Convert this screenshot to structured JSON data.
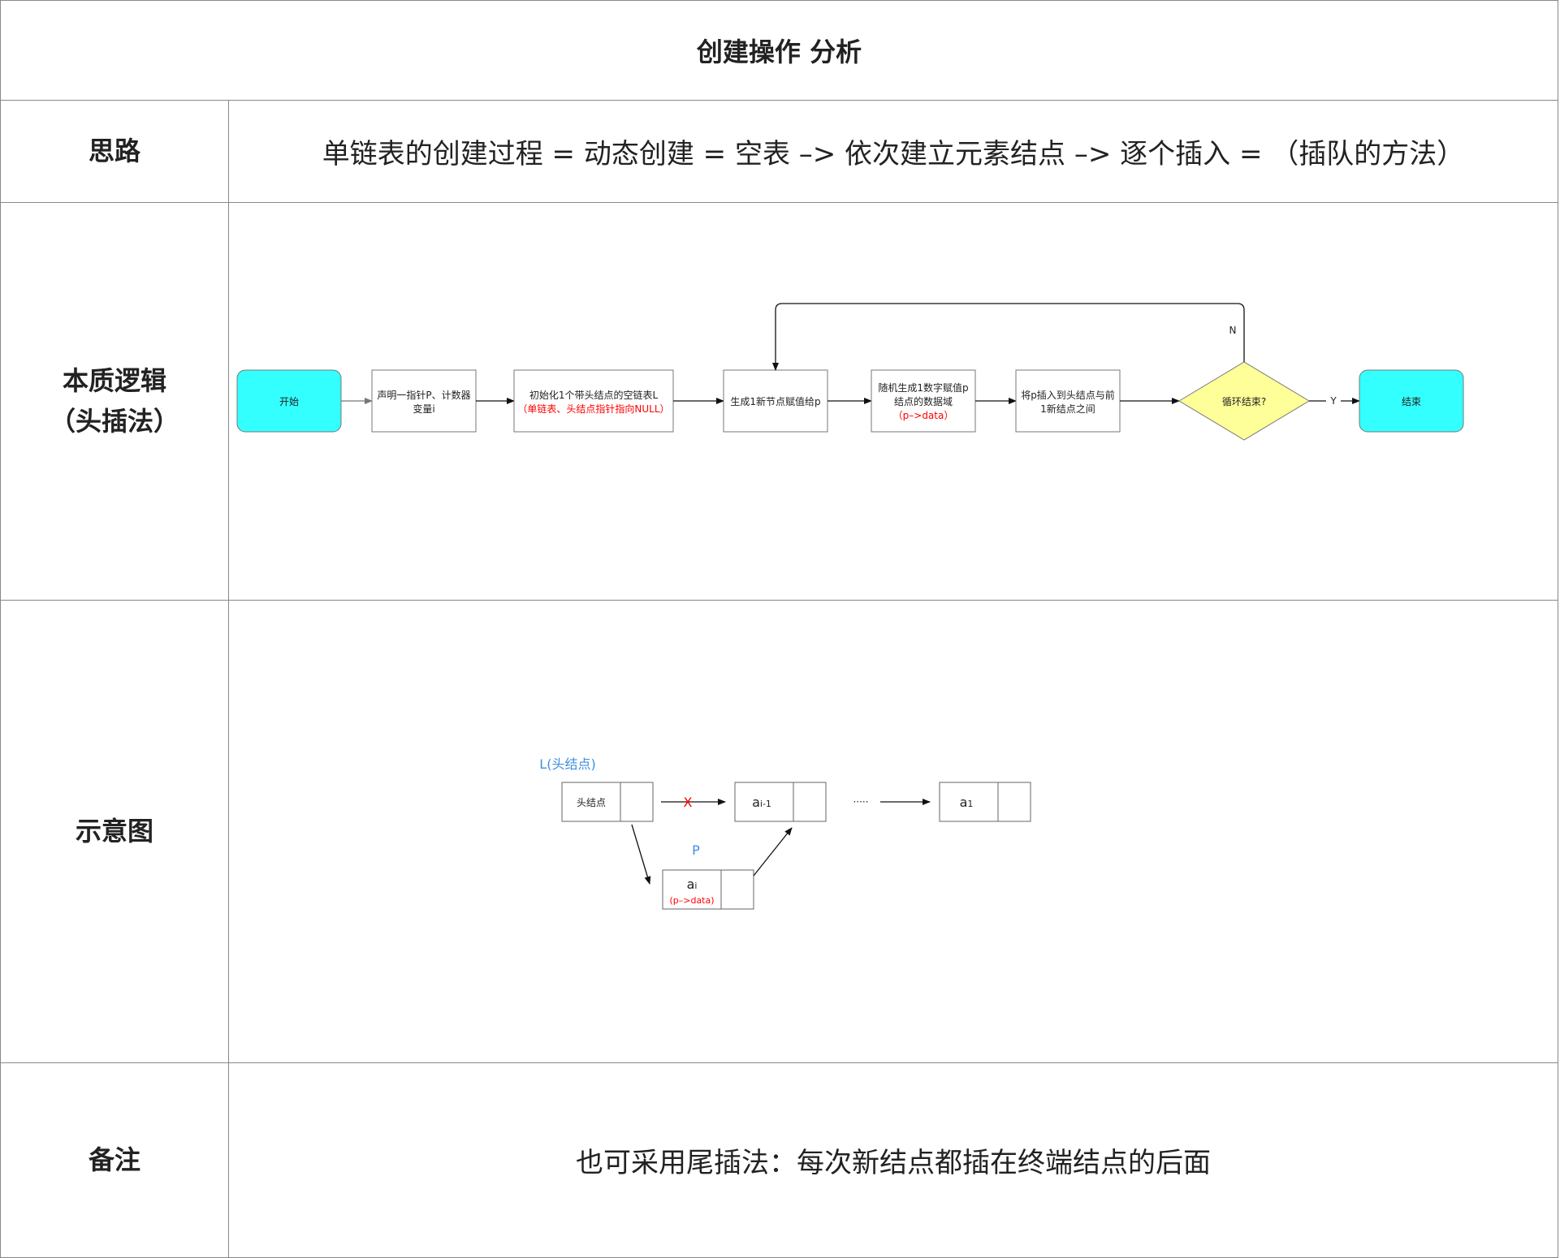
{
  "title": "创建操作 分析",
  "rows": {
    "idea": {
      "label": "思路",
      "text": "单链表的创建过程 = 动态创建 = 空表 –> 依次建立元素结点 –> 逐个插入 = （插队的方法）"
    },
    "logic": {
      "label_line1": "本质逻辑",
      "label_line2": "（头插法）"
    },
    "diagram": {
      "label": "示意图"
    },
    "note": {
      "label": "备注",
      "text": "也可采用尾插法：每次新结点都插在终端结点的后面"
    }
  },
  "flow": {
    "start": "开始",
    "step1_line1": "声明一指针P、计数器",
    "step1_line2": "变量i",
    "step2_line1": "初始化1个带头结点的空链表L",
    "step2_line2": "（单链表、头结点指针指向NULL）",
    "step3": "生成1新节点赋值给p",
    "step4_line1": "随机生成1数字赋值p",
    "step4_line2": "结点的数据域",
    "step4_line3": "（p–>data）",
    "step5_line1": "将p插入到头结点与前",
    "step5_line2": "1新结点之间",
    "decision": "循环结束?",
    "branch_no": "N",
    "branch_yes": "Y",
    "end": "结束",
    "colors": {
      "terminal": "#33ffff",
      "decision": "#ffff99",
      "highlight": "#ff0000"
    }
  },
  "list_diagram": {
    "head_label": "L(头结点)",
    "head_node": "头结点",
    "cut_mark": "X",
    "node_prev": "a",
    "node_prev_sub": "i-1",
    "ellipsis": "·····",
    "node_last": "a",
    "node_last_sub": "1",
    "new_label": "P",
    "new_node": "a",
    "new_node_sub": "i",
    "new_node_data": "(p–>data)",
    "colors": {
      "label": "#3d8fe0",
      "mark": "#ff0000"
    }
  }
}
